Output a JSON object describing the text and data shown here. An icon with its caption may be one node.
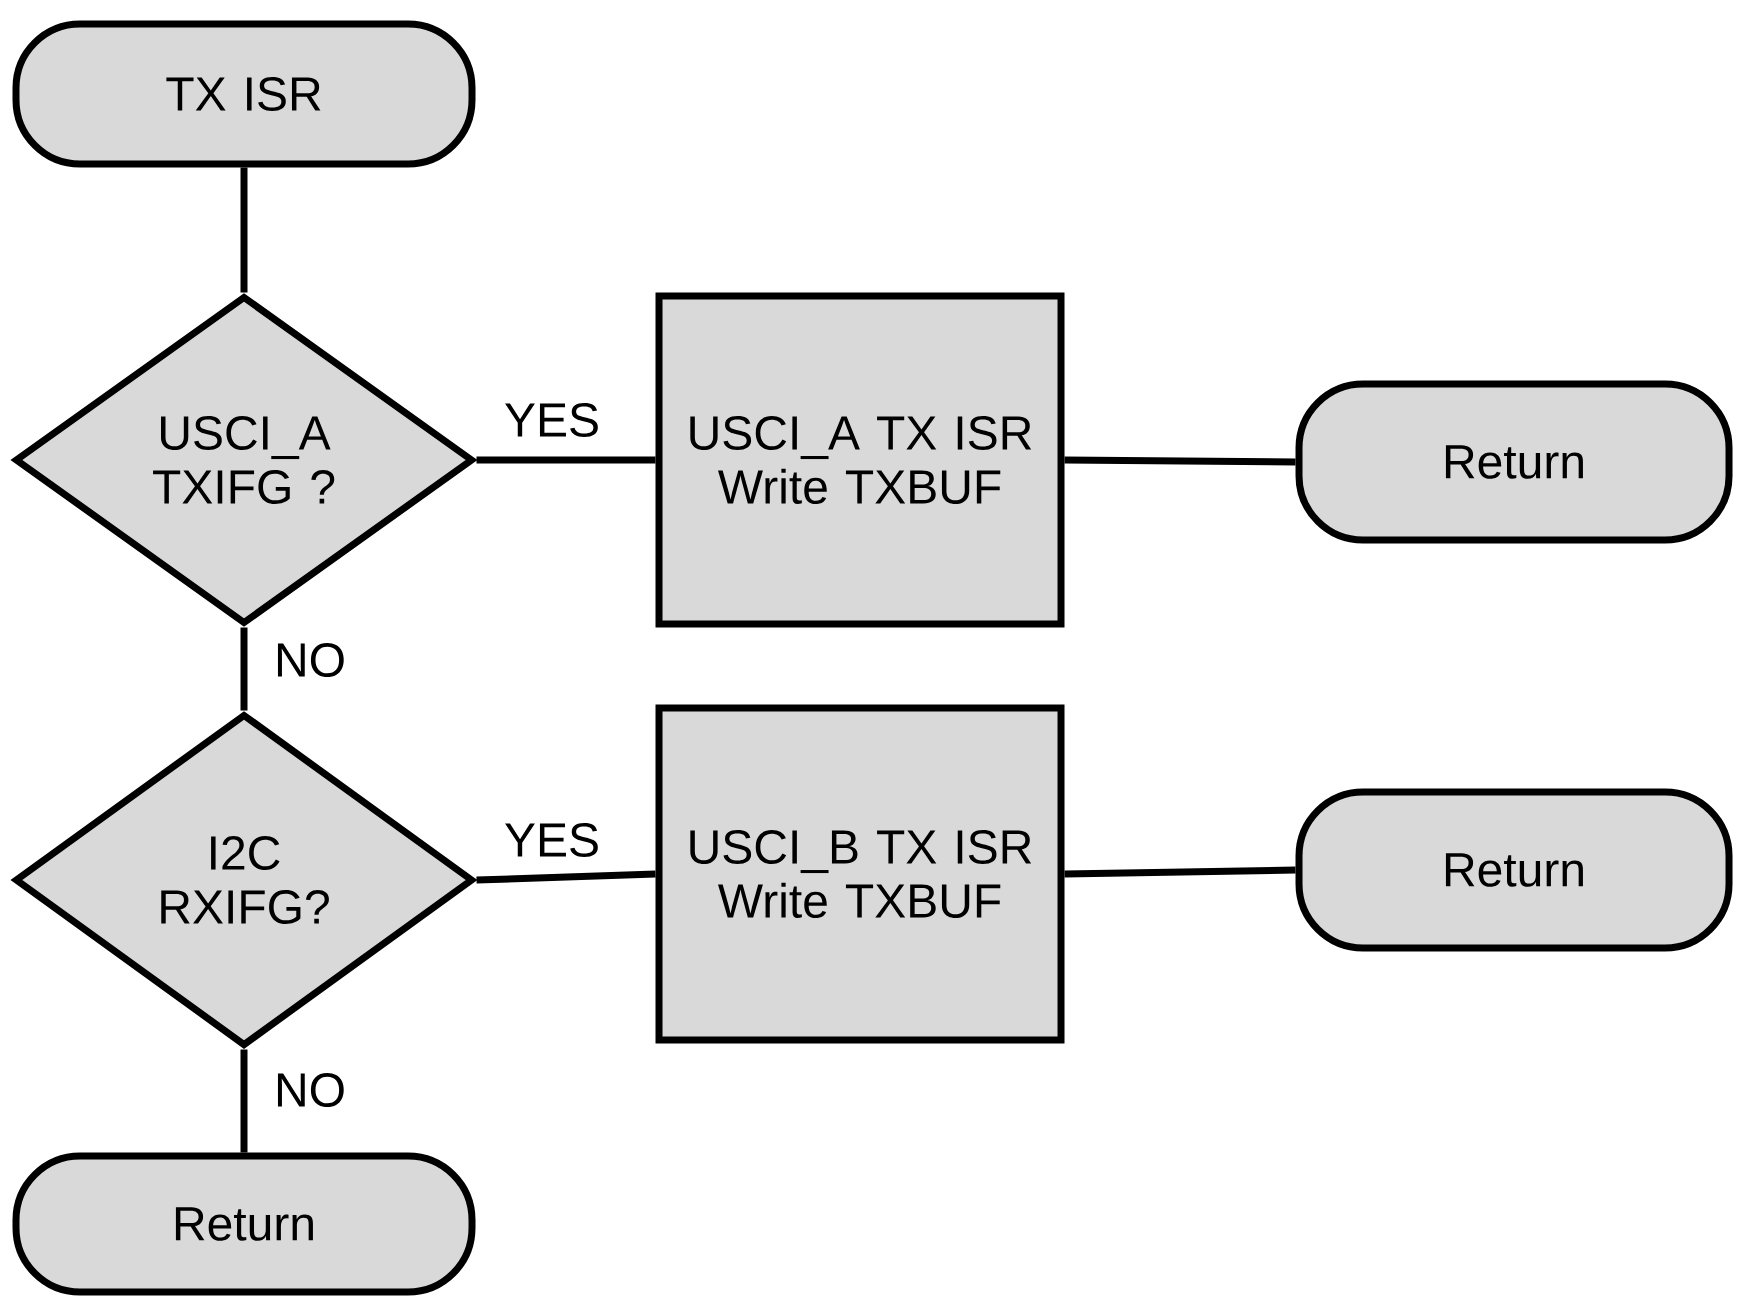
{
  "diagram": {
    "nodes": [
      {
        "text": [
          "TX ISR"
        ]
      },
      {
        "text": [
          "USCI_A TXIFG ?"
        ]
      },
      {
        "text": [
          "USCI_A TX ISR Write TXBUF"
        ]
      },
      {
        "text": [
          "Return"
        ]
      },
      {
        "text": [
          "I2C RXIFG?"
        ]
      },
      {
        "text": [
          "USCI_B TX ISR Write TXBUF"
        ]
      },
      {
        "text": [
          "Return"
        ]
      },
      {
        "text": [
          "Return"
        ]
      }
    ],
    "edges": [
      {
        "from": 0,
        "to": 1,
        "arrow": "none"
      },
      {
        "from": 1,
        "to": 2,
        "arrow": "none",
        "label": "YES"
      },
      {
        "from": 2,
        "to": 3,
        "arrow": "none"
      },
      {
        "from": 1,
        "to": 4,
        "arrow": "none",
        "label": "NO"
      },
      {
        "from": 4,
        "to": 5,
        "arrow": "none",
        "label": "YES"
      },
      {
        "from": 5,
        "to": 6,
        "arrow": "none"
      },
      {
        "from": 4,
        "to": 7,
        "arrow": "none",
        "label": "NO"
      }
    ]
  }
}
